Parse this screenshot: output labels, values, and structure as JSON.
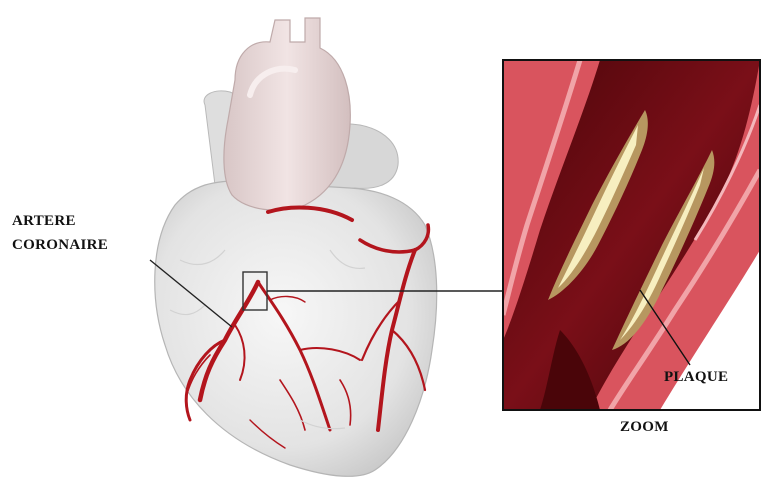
{
  "labels": {
    "artery_line1": "ARTERE",
    "artery_line2": "CORONAIRE",
    "plaque": "PLAQUE",
    "zoom": "ZOOM"
  },
  "colors": {
    "heart_body": "#ececec",
    "heart_shadow": "#cfcfcf",
    "aorta": "#e6d6d6",
    "vessel": "#b3151d",
    "artery_wall": "#d9545e",
    "artery_wall_light": "#f1a4a8",
    "blood": "#6d0c14",
    "plaque_outer": "#b79760",
    "plaque_inner": "#f7efc0"
  },
  "icons": [
    "heart-illustration",
    "artery-cross-section"
  ]
}
